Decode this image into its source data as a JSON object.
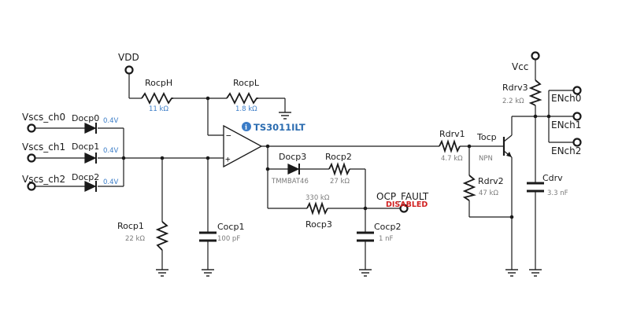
{
  "nets": {
    "vdd": "VDD",
    "vcc": "Vcc",
    "vscs_ch0": "Vscs_ch0",
    "vscs_ch1": "Vscs_ch1",
    "vscs_ch2": "Vscs_ch2",
    "en_ch0": "ENch0",
    "en_ch1": "ENch1",
    "en_ch2": "ENch2",
    "ocp_fault": "OCP_FAULT"
  },
  "ocp_fault_status": "DISABLED",
  "opamp": {
    "name": "TS3011ILT",
    "minus": "−",
    "plus": "+",
    "info_icon": "info-icon"
  },
  "components": {
    "d_ocp0": {
      "name": "Docp0",
      "value": "0.4V"
    },
    "d_ocp1": {
      "name": "Docp1",
      "value": "0.4V"
    },
    "d_ocp2": {
      "name": "Docp2",
      "value": "0.4V"
    },
    "r_ocph": {
      "name": "RocpH",
      "value": "11 kΩ"
    },
    "r_ocpl": {
      "name": "RocpL",
      "value": "1.8 kΩ"
    },
    "r_ocp1": {
      "name": "Rocp1",
      "value": "22 kΩ"
    },
    "c_ocp1": {
      "name": "Cocp1",
      "value": "100 pF"
    },
    "d_ocp3": {
      "name": "Docp3",
      "value": "TMMBAT46"
    },
    "r_ocp2": {
      "name": "Rocp2",
      "value": "27 kΩ"
    },
    "r_ocp3": {
      "name": "Rocp3",
      "value": "330 kΩ"
    },
    "c_ocp2": {
      "name": "Cocp2",
      "value": "1 nF"
    },
    "r_drv1": {
      "name": "Rdrv1",
      "value": "4.7 kΩ"
    },
    "t_ocp": {
      "name": "Tocp",
      "value": "NPN"
    },
    "r_drv2": {
      "name": "Rdrv2",
      "value": "47 kΩ"
    },
    "r_drv3": {
      "name": "Rdrv3",
      "value": "2.2 kΩ"
    },
    "c_drv": {
      "name": "Cdrv",
      "value": "3.3 nF"
    }
  },
  "colors": {
    "value_blue": "#3a7cc7",
    "value_gray": "#7a7a7a",
    "disabled_red": "#d11f1f",
    "opamp_blue": "#2b6cb0"
  }
}
